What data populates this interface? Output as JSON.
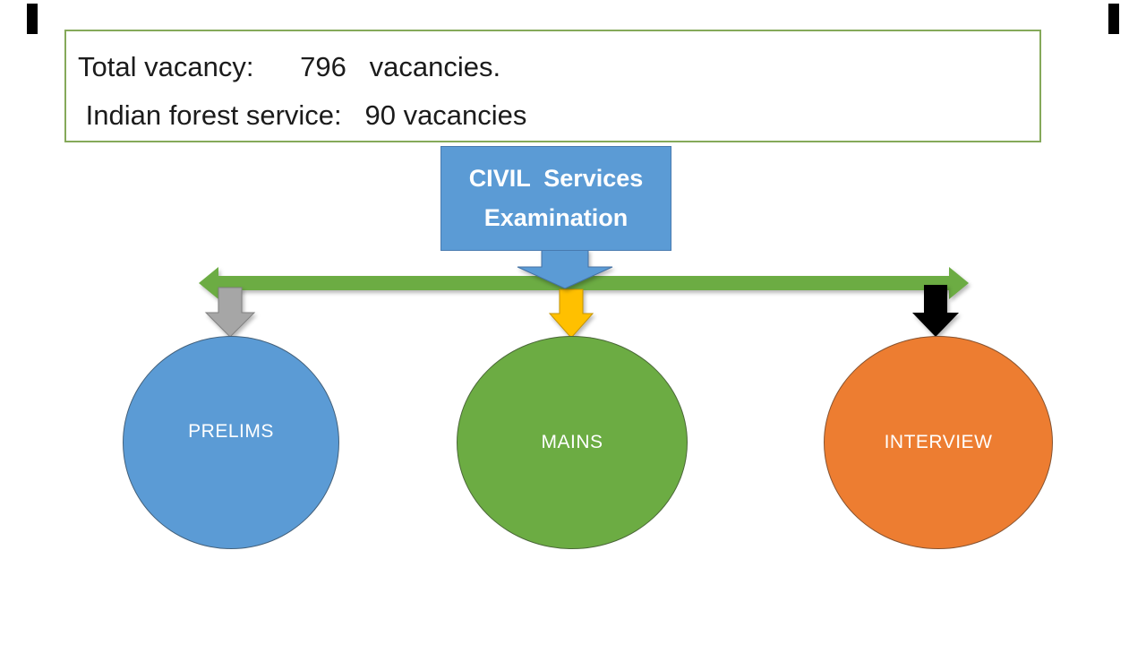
{
  "colors": {
    "stage_blue": "#5B9BD5",
    "stage_green": "#6CAC43",
    "stage_orange": "#ED7D31",
    "connector_green": "#6CAC43",
    "arrow_blue": "#5B9BD5",
    "arrow_gray": "#A6A6A6",
    "arrow_gold": "#FFC000",
    "arrow_black": "#000000",
    "summary_border_green": "#85A95A",
    "corner_mark_black": "#000000"
  },
  "summary_box": {
    "line1": "Total vacancy:      796   vacancies.",
    "line2": " Indian forest service:   90 vacancies"
  },
  "exam_box": {
    "line1": "CIVIL  Services",
    "line2": "Examination"
  },
  "stages": [
    {
      "label": "PRELIMS"
    },
    {
      "label": "MAINS"
    },
    {
      "label": "INTERVIEW"
    }
  ]
}
